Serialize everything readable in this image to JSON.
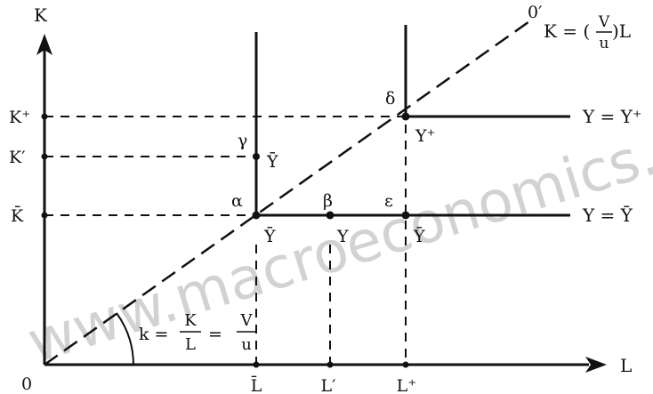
{
  "axes": {
    "y_label": "K",
    "x_label": "L",
    "origin_label": "0"
  },
  "ray": {
    "end_label": "0′",
    "equation_prefix": "K = (",
    "equation_num": "V",
    "equation_den": "u",
    "equation_suffix": ")L"
  },
  "ratio_label": {
    "prefix": "k =",
    "frac1_num": "K",
    "frac1_den": "L",
    "eq": "=",
    "frac2_num": "V",
    "frac2_den": "u"
  },
  "y_ticks": [
    "K⁺",
    "K′",
    "K̄"
  ],
  "x_ticks": [
    "L̄",
    "L′",
    "L⁺"
  ],
  "points": {
    "alpha": "α",
    "beta": "β",
    "gamma": "γ",
    "delta": "δ",
    "epsilon": "ε"
  },
  "point_labels": {
    "gamma_y": "Ȳ",
    "alpha_y": "Ȳ",
    "beta_y": "Y",
    "epsilon_y": "Ȳ",
    "delta_y": "Y⁺"
  },
  "isoquant_labels": {
    "upper": "Y = Y⁺",
    "lower": "Y = Ȳ"
  },
  "watermark": "www.macroeconomics.gr",
  "colors": {
    "ink": "#111111",
    "watermark": "#cfcfcf"
  }
}
